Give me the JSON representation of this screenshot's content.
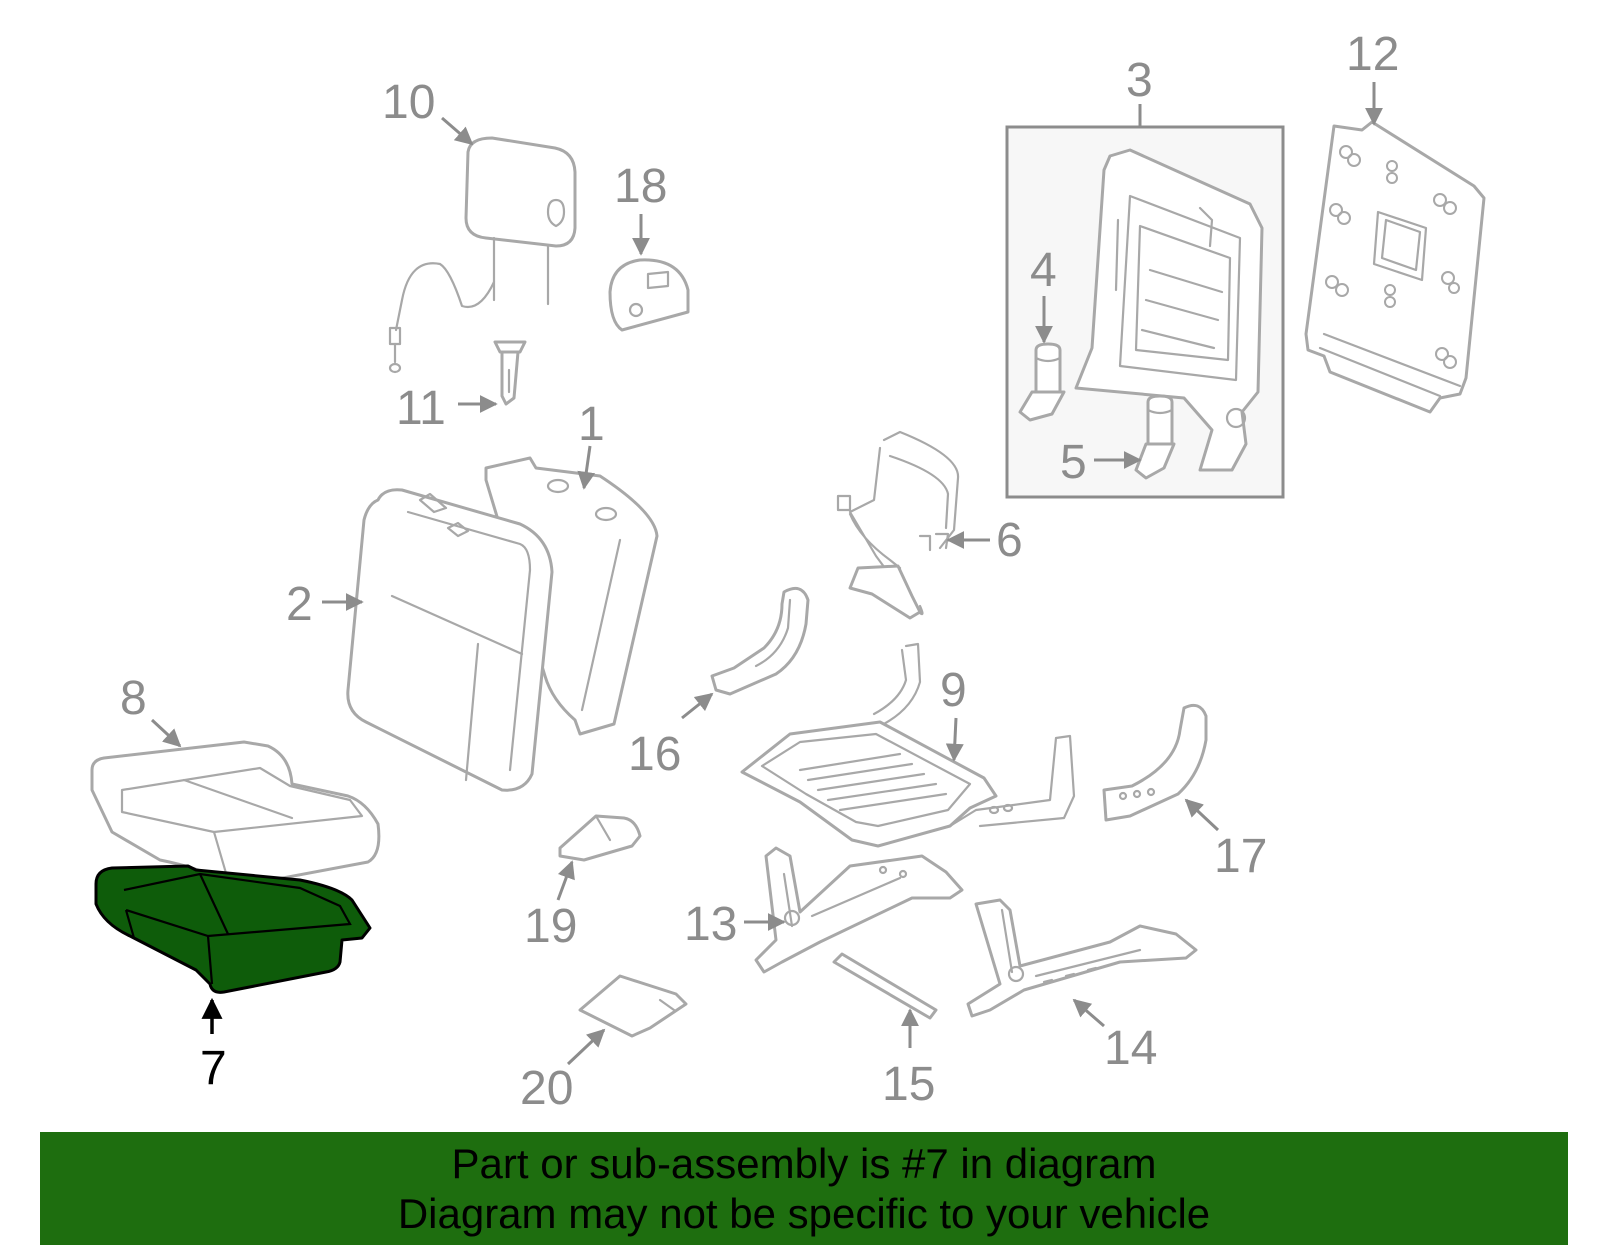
{
  "callouts": {
    "c1": "1",
    "c2": "2",
    "c3": "3",
    "c4": "4",
    "c5": "5",
    "c6": "6",
    "c7": "7",
    "c8": "8",
    "c9": "9",
    "c10": "10",
    "c11": "11",
    "c12": "12",
    "c13": "13",
    "c14": "14",
    "c15": "15",
    "c16": "16",
    "c17": "17",
    "c18": "18",
    "c19": "19",
    "c20": "20"
  },
  "highlight": {
    "part": "7",
    "fill_color": "#0e5c0a"
  },
  "banner": {
    "line1": "Part or sub-assembly is #7 in diagram",
    "line2": "Diagram may not be specific to your vehicle",
    "background_color": "#1e6e0f"
  }
}
